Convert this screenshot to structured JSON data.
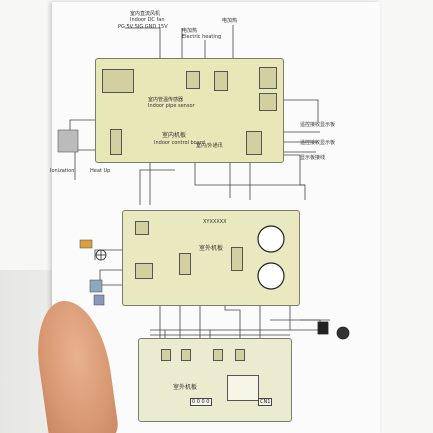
{
  "diagram": {
    "top_label_cn": "室内直流风机",
    "top_label_en": "Indoor DC fan",
    "heater_label_cn": "电加热",
    "heater_label_en": "Electric heating",
    "fuse_label_cn": "电加热",
    "top_terminals": "PG  5V  SIG  GND  15V",
    "board1_title_cn": "室内机板",
    "board1_title_en": "Indoor control board",
    "board1_sub_cn": "室内管温传感器",
    "board1_sub_en": "Indoor pipe sensor",
    "board1_bottom_cn": "室内/外通讯",
    "right_label1": "遥控接收显示板",
    "right_label2": "遥控接收显示板",
    "right_label3": "显示板接线",
    "left_label1": "Ionization",
    "left_label2": "Heat Up",
    "board2_title_cn": "室外机板",
    "board2_code": "XYXXXXX",
    "board3_title_cn": "室外机板",
    "board3_code": "0 0 0 0",
    "board3_bottom": "CN1"
  }
}
